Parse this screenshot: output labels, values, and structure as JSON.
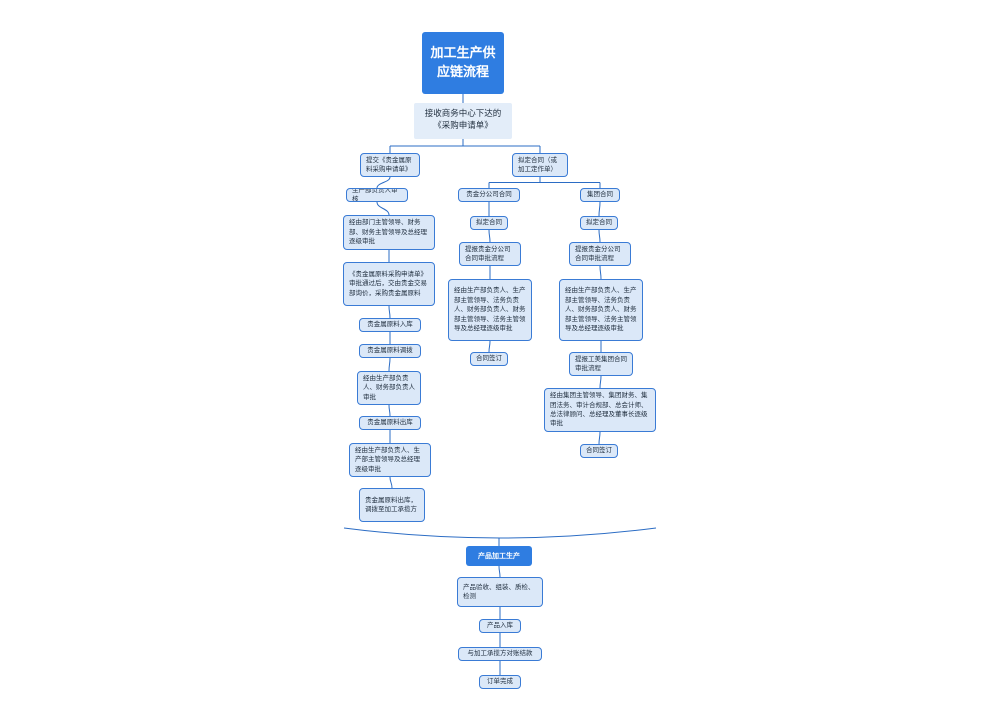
{
  "diagram": {
    "root": "加工生产供应链流程",
    "request": "接收商务中心下达的《采购申请单》",
    "left_branch": [
      "提交《贵金属原料采购申请单》",
      "生产部负责人审核",
      "经由部门主管领导、财务部、财务主管领导及总经理逐级审批",
      "《贵金属原料采购申请单》审批通过后，交由贵金交易部询价，采购贵金属原料",
      "贵金属原料入库",
      "贵金属原料调拨",
      "经由生产部负责人、财务部负责人审批",
      "贵金属原料出库",
      "经由生产部负责人、生产部主管领导及总经理逐级审批",
      "贵金属原料出库，调拨至加工承揽方"
    ],
    "contract": "拟定合同（或加工定作单）",
    "mid_branch": [
      "贵金分公司合同",
      "拟定合同",
      "提报贵金分公司合同审批流程",
      "经由生产部负责人、生产部主管领导、法务负责人、财务部负责人、财务部主管领导、法务主管领导及总经理逐级审批",
      "合同签订"
    ],
    "right_branch": [
      "集团合同",
      "拟定合同",
      "提报贵金分公司合同审批流程",
      "经由生产部负责人、生产部主管领导、法务负责人、财务部负责人、财务部主管领导、法务主管领导及总经理逐级审批",
      "提报工美集团合同审批流程",
      "经由集团主管领导、集团财务、集团法务、审计合规部、总会计师、总法律顾问、总经理及董事长逐级审批",
      "合同签订"
    ],
    "production": "产品加工生产",
    "production_steps": [
      "产品验收、组装、质检、检测",
      "产品入库",
      "与加工承揽方对账结款",
      "订单完成"
    ]
  },
  "colors": {
    "accent": "#2f7de1",
    "node_fill": "#dbe8f8",
    "node_border": "#3a7bd5",
    "line": "#2b6cc4"
  }
}
